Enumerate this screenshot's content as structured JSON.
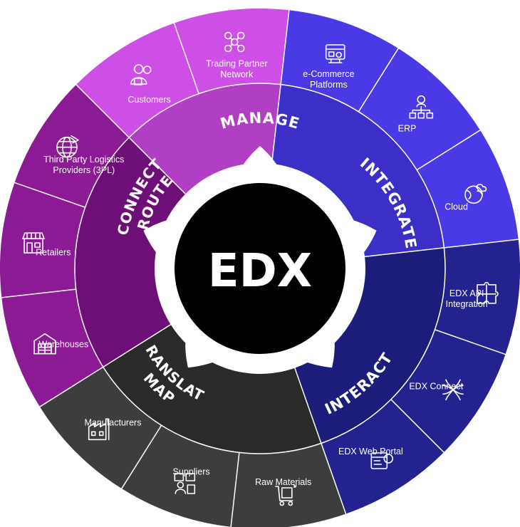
{
  "center": {
    "label": "EDX"
  },
  "colors": {
    "manage": "#cd4fe6",
    "manage_inner": "#b03fc4",
    "integrate": "#4a3ae6",
    "integrate_inner": "#3b2fc8",
    "interact": "#23228e",
    "interact_inner": "#1c1c7a",
    "map": "#3d3d3d",
    "map_inner": "#2a2a2a",
    "connect": "#8b1a94",
    "connect_inner": "#6e0f78",
    "hub": "#000000",
    "gear": "#ffffff",
    "divider": "#ffffff"
  },
  "ring_labels": {
    "manage": [
      "MANAGE"
    ],
    "integrate": [
      "INTEGRATE"
    ],
    "interact": [
      "INTERACT"
    ],
    "map": [
      "MAP",
      "TRANSLATE"
    ],
    "connect": [
      "CONNECT",
      "ROUTE"
    ]
  },
  "segments": [
    {
      "group": "manage",
      "lines": [
        "Customers"
      ],
      "icon": "customer-icon"
    },
    {
      "group": "manage",
      "lines": [
        "Trading Partner",
        "Network"
      ],
      "icon": "network-icon"
    },
    {
      "group": "integrate",
      "lines": [
        "e-Commerce",
        "Platforms"
      ],
      "icon": "ecommerce-icon"
    },
    {
      "group": "integrate",
      "lines": [
        "ERP"
      ],
      "icon": "erp-icon"
    },
    {
      "group": "integrate",
      "lines": [
        "Cloud"
      ],
      "icon": "cloud-globe-icon"
    },
    {
      "group": "interact",
      "lines": [
        "EDX API",
        "Integration"
      ],
      "icon": "puzzle-icon"
    },
    {
      "group": "interact",
      "lines": [
        "EDX Connect"
      ],
      "icon": "connect-lines-icon"
    },
    {
      "group": "interact",
      "lines": [
        "EDX Web Portal"
      ],
      "icon": "web-portal-icon"
    },
    {
      "group": "map",
      "lines": [
        "Raw Materials"
      ],
      "icon": "cart-icon"
    },
    {
      "group": "map",
      "lines": [
        "Suppliers"
      ],
      "icon": "supplier-icon"
    },
    {
      "group": "map",
      "lines": [
        "Manufacturers"
      ],
      "icon": "factory-icon"
    },
    {
      "group": "connect",
      "lines": [
        "Warehouses"
      ],
      "icon": "warehouse-icon"
    },
    {
      "group": "connect",
      "lines": [
        "Retailers"
      ],
      "icon": "storefront-icon"
    },
    {
      "group": "connect",
      "lines": [
        "Third Party Logistics",
        "Providers (3PL)"
      ],
      "icon": "logistics-globe-icon"
    }
  ]
}
